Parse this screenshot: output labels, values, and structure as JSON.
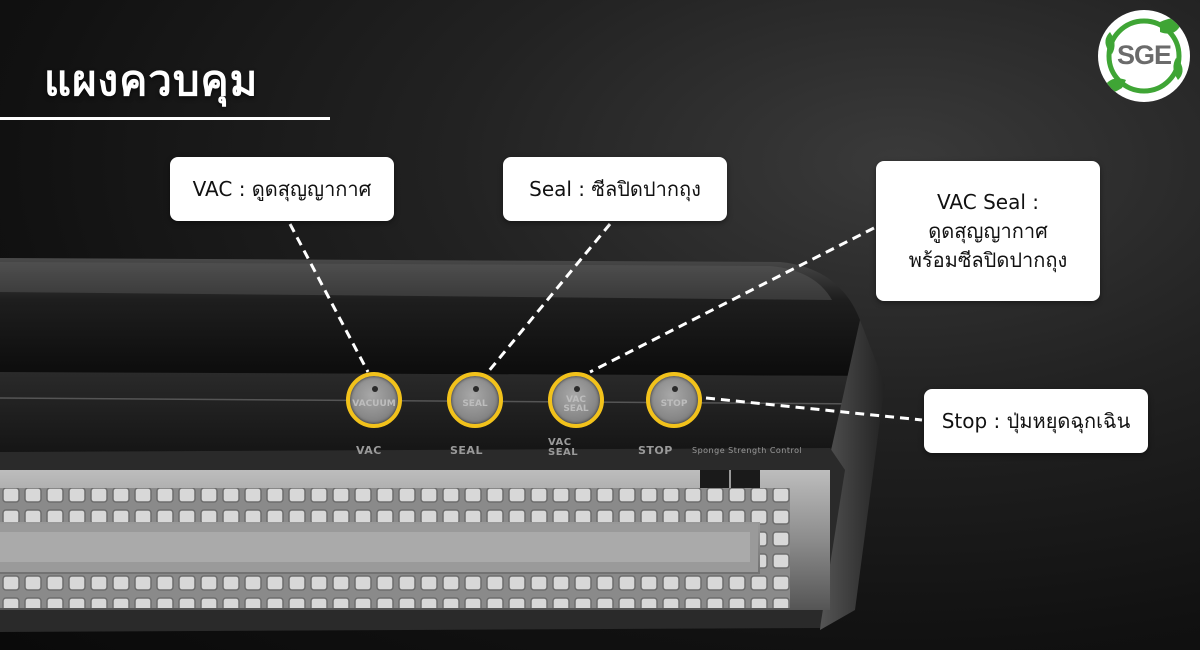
{
  "header": {
    "title": "แผงควบคุม"
  },
  "logo": {
    "text": "SGE",
    "accent_color": "#3fa535"
  },
  "callouts": {
    "vac": "VAC : ดูดสุญญากาศ",
    "seal": "Seal : ซีลปิดปากถุง",
    "vac_seal_lines": [
      "VAC Seal :",
      "ดูดสุญญากาศ",
      "พร้อมซีลปิดปากถุง"
    ],
    "stop": "Stop : ปุ่มหยุดฉุกเฉิน"
  },
  "buttons": {
    "vac": "VACUUM",
    "seal": "SEAL",
    "vac_seal": [
      "VAC",
      "SEAL"
    ],
    "stop": "STOP"
  },
  "panel_labels": {
    "vac": "VAC",
    "seal": "SEAL",
    "vac_seal": "VAC\nSEAL",
    "stop": "STOP",
    "extra": "Sponge Strength Control"
  },
  "colors": {
    "button_ring": "#f2c21b",
    "callout_bg": "#ffffff",
    "background": "#1a1a1a"
  }
}
